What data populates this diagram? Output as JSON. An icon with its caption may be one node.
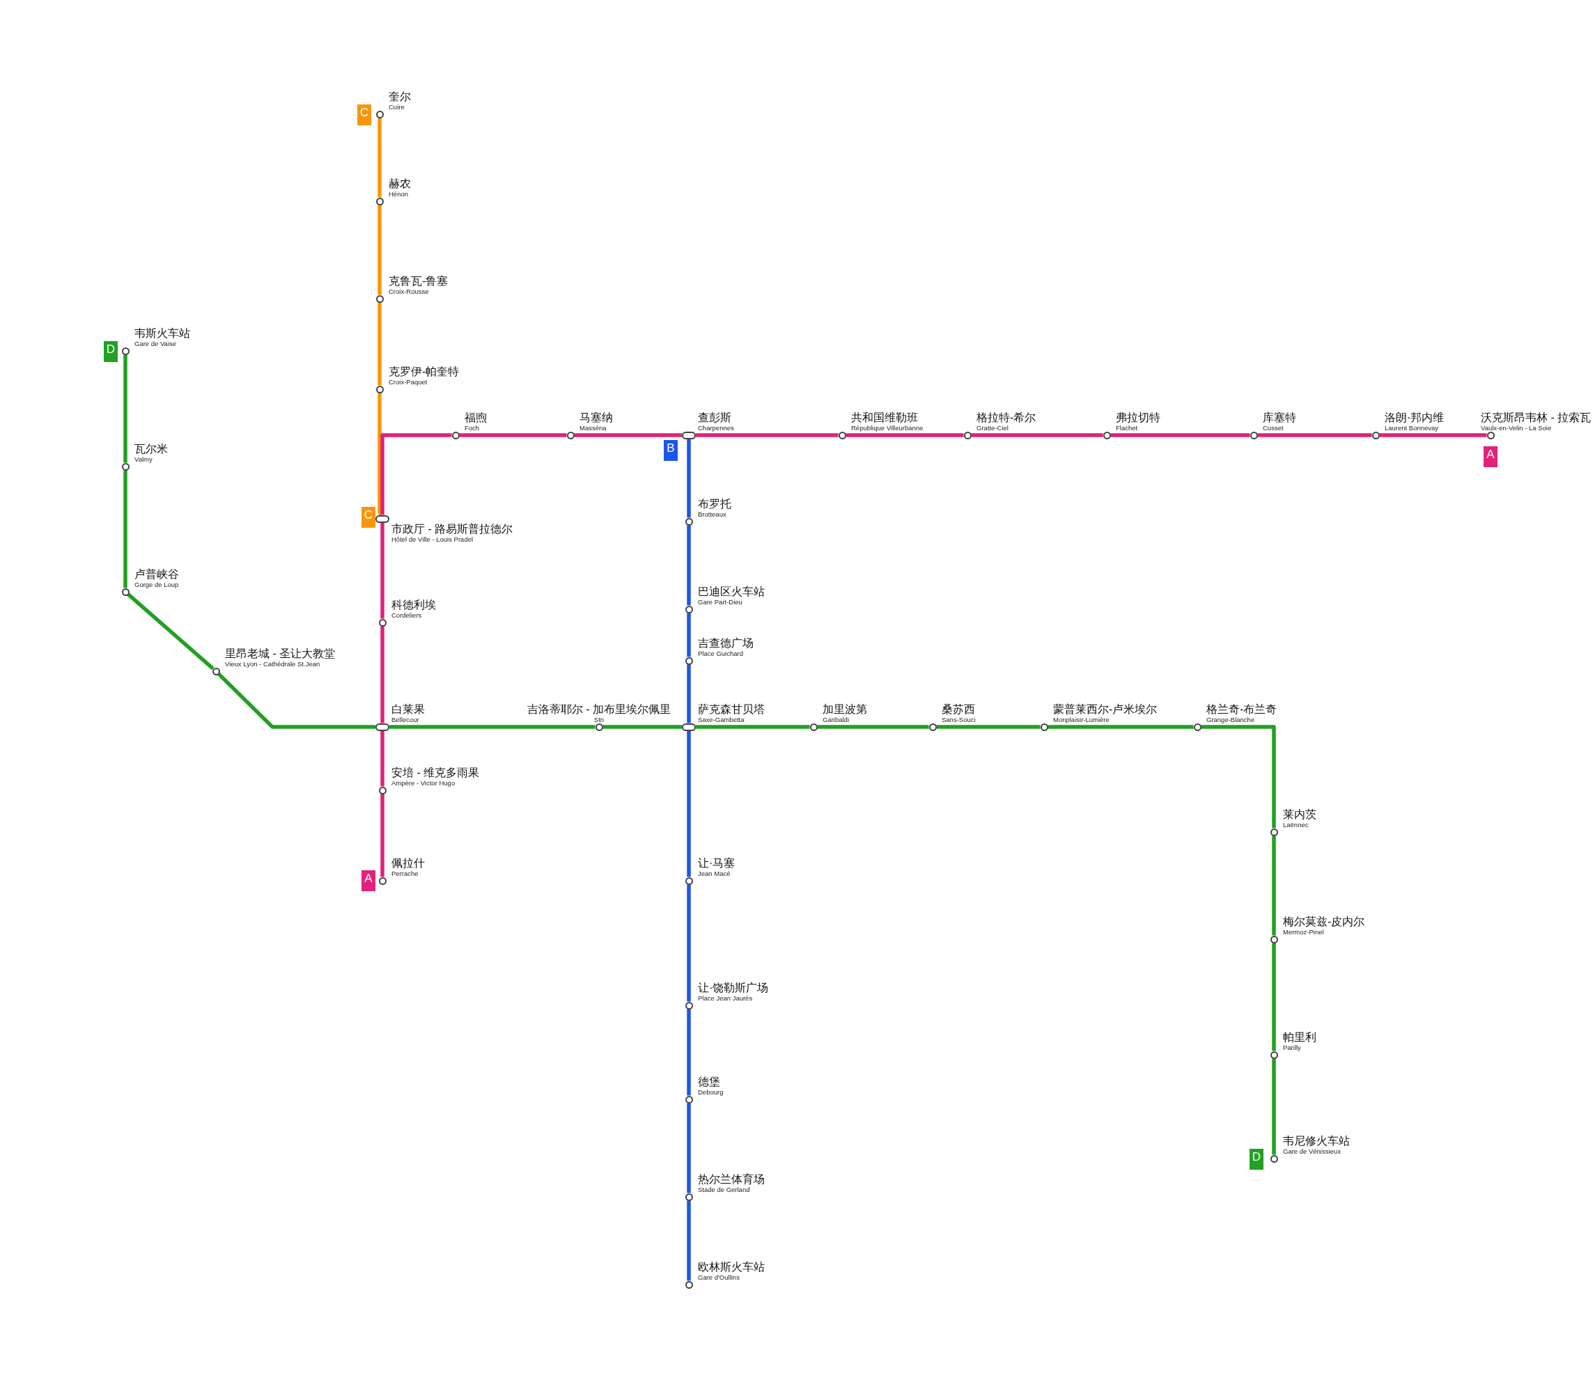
{
  "diagram": {
    "nodes": [
      {
        "text": [],
        "shape": "circle",
        "beside": [
          "奎尔",
          "Cuire"
        ]
      },
      {
        "text": [],
        "shape": "circle",
        "beside": [
          "赫农",
          "Hénon"
        ]
      },
      {
        "text": [],
        "shape": "circle",
        "beside": [
          "克鲁瓦-鲁塞",
          "Croix-Rousse"
        ]
      },
      {
        "text": [],
        "shape": "circle",
        "beside": [
          "克罗伊-帕奎特",
          "Croix-Paquet"
        ]
      },
      {
        "text": [],
        "shape": "circle",
        "beside": [
          "市政厅 - 路易斯普拉德尔",
          "Hôtel de Ville - Louis Pradel"
        ]
      },
      {
        "text": [],
        "shape": "circle",
        "beside": [
          "福煦",
          "Foch"
        ]
      },
      {
        "text": [],
        "shape": "circle",
        "beside": [
          "马塞纳",
          "Masséna"
        ]
      },
      {
        "text": [],
        "shape": "circle",
        "beside": [
          "查彭斯",
          "Charpennes"
        ]
      },
      {
        "text": [],
        "shape": "circle",
        "beside": [
          "共和国维勒班",
          "République Villeurbanne"
        ]
      },
      {
        "text": [],
        "shape": "circle",
        "beside": [
          "格拉特-希尔",
          "Gratte-Ciel"
        ]
      },
      {
        "text": [],
        "shape": "circle",
        "beside": [
          "弗拉切特",
          "Flachet"
        ]
      },
      {
        "text": [],
        "shape": "circle",
        "beside": [
          "库塞特",
          "Cusset"
        ]
      },
      {
        "text": [],
        "shape": "circle",
        "beside": [
          "洛朗·邦内维",
          "Laurent Bonnevay"
        ]
      },
      {
        "text": [],
        "shape": "circle",
        "beside": [
          "沃克斯昂韦林 - 拉索瓦",
          "Vaulx-en-Velin - La Soie"
        ]
      },
      {
        "text": [],
        "shape": "circle",
        "beside": [
          "科德利埃",
          "Cordeliers"
        ]
      },
      {
        "text": [],
        "shape": "circle",
        "beside": [
          "白莱果",
          "Bellecour"
        ]
      },
      {
        "text": [],
        "shape": "circle",
        "beside": [
          "安培 - 维克多雨果",
          "Ampère - Victor Hugo"
        ]
      },
      {
        "text": [],
        "shape": "circle",
        "beside": [
          "佩拉什",
          "Perrache"
        ]
      },
      {
        "text": [],
        "shape": "circle",
        "beside": [
          "布罗托",
          "Brotteaux"
        ]
      },
      {
        "text": [],
        "shape": "circle",
        "beside": [
          "巴迪区火车站",
          "Gare Part-Dieu"
        ]
      },
      {
        "text": [],
        "shape": "circle",
        "beside": [
          "吉查德广场",
          "Place Guichard"
        ]
      },
      {
        "text": [],
        "shape": "circle",
        "beside": [
          "萨克森甘贝塔",
          "Saxe-Gambetta"
        ]
      },
      {
        "text": [],
        "shape": "circle",
        "beside": [
          "让·马塞",
          "Jean Macé"
        ]
      },
      {
        "text": [],
        "shape": "circle",
        "beside": [
          "让·饶勒斯广场",
          "Place Jean Jaurès"
        ]
      },
      {
        "text": [],
        "shape": "circle",
        "beside": [
          "德堡",
          "Debourg"
        ]
      },
      {
        "text": [],
        "shape": "circle",
        "beside": [
          "热尔兰体育场",
          "Stade de Gerland"
        ]
      },
      {
        "text": [],
        "shape": "circle",
        "beside": [
          "欧林斯火车站",
          "Gare d'Oullins"
        ]
      },
      {
        "text": [],
        "shape": "circle",
        "beside": [
          "韦斯火车站",
          "Gare de Vaise"
        ]
      },
      {
        "text": [],
        "shape": "circle",
        "beside": [
          "瓦尔米",
          "Valmy"
        ]
      },
      {
        "text": [],
        "shape": "circle",
        "beside": [
          "卢普峡谷",
          "Gorge de Loup"
        ]
      },
      {
        "text": [],
        "shape": "circle",
        "beside": [
          "里昂老城 - 圣让大教堂",
          "Vieux Lyon - Cathédrale St.Jean"
        ]
      },
      {
        "text": [],
        "shape": "circle",
        "beside": [
          "吉洛蒂耶尔 - 加布里埃尔佩里",
          "Stn"
        ]
      },
      {
        "text": [],
        "shape": "circle",
        "beside": [
          "加里波第",
          "Garibaldi"
        ]
      },
      {
        "text": [],
        "shape": "circle",
        "beside": [
          "桑苏西",
          "Sans-Souci"
        ]
      },
      {
        "text": [],
        "shape": "circle",
        "beside": [
          "蒙普莱西尔-卢米埃尔",
          "Monplaisir-Lumière"
        ]
      },
      {
        "text": [],
        "shape": "circle",
        "beside": [
          "格兰奇-布兰奇",
          "Grange-Blanche"
        ]
      },
      {
        "text": [],
        "shape": "circle",
        "beside": [
          "莱内茨",
          "Laënnec"
        ]
      },
      {
        "text": [],
        "shape": "circle",
        "beside": [
          "梅尔莫兹-皮内尔",
          "Mermoz-Pinel"
        ]
      },
      {
        "text": [],
        "shape": "circle",
        "beside": [
          "帕里利",
          "Parilly"
        ]
      },
      {
        "text": [],
        "shape": "circle",
        "beside": [
          "韦尼修火车站",
          "Gare de Vénissieux"
        ]
      },
      {
        "text": [
          "C"
        ]
      },
      {
        "text": [
          "D"
        ]
      },
      {
        "text": [
          "B"
        ]
      },
      {
        "text": [
          "A"
        ]
      },
      {
        "text": [
          "C"
        ]
      },
      {
        "text": [
          "A"
        ]
      },
      {
        "text": [
          "D"
        ]
      }
    ],
    "edges": [
      {
        "from": 0,
        "to": 1,
        "arrow": "none",
        "color": "#f7960c"
      },
      {
        "from": 1,
        "to": 2,
        "arrow": "none",
        "color": "#f7960c"
      },
      {
        "from": 2,
        "to": 3,
        "arrow": "none",
        "color": "#f7960c"
      },
      {
        "from": 3,
        "to": 4,
        "arrow": "none",
        "color": "#f7960c"
      },
      {
        "from": 17,
        "to": 16,
        "arrow": "none",
        "color": "#e3217a"
      },
      {
        "from": 16,
        "to": 15,
        "arrow": "none",
        "color": "#e3217a"
      },
      {
        "from": 15,
        "to": 14,
        "arrow": "none",
        "color": "#e3217a"
      },
      {
        "from": 14,
        "to": 4,
        "arrow": "none",
        "color": "#e3217a"
      },
      {
        "from": 4,
        "to": 5,
        "arrow": "none",
        "color": "#e3217a"
      },
      {
        "from": 5,
        "to": 6,
        "arrow": "none",
        "color": "#e3217a"
      },
      {
        "from": 6,
        "to": 7,
        "arrow": "none",
        "color": "#e3217a"
      },
      {
        "from": 7,
        "to": 8,
        "arrow": "none",
        "color": "#e3217a"
      },
      {
        "from": 8,
        "to": 9,
        "arrow": "none",
        "color": "#e3217a"
      },
      {
        "from": 9,
        "to": 10,
        "arrow": "none",
        "color": "#e3217a"
      },
      {
        "from": 10,
        "to": 11,
        "arrow": "none",
        "color": "#e3217a"
      },
      {
        "from": 11,
        "to": 12,
        "arrow": "none",
        "color": "#e3217a"
      },
      {
        "from": 12,
        "to": 13,
        "arrow": "none",
        "color": "#e3217a"
      },
      {
        "from": 7,
        "to": 18,
        "arrow": "none",
        "color": "#1c56e8"
      },
      {
        "from": 18,
        "to": 19,
        "arrow": "none",
        "color": "#1c56e8"
      },
      {
        "from": 19,
        "to": 20,
        "arrow": "none",
        "color": "#1c56e8"
      },
      {
        "from": 20,
        "to": 21,
        "arrow": "none",
        "color": "#1c56e8"
      },
      {
        "from": 21,
        "to": 22,
        "arrow": "none",
        "color": "#1c56e8"
      },
      {
        "from": 22,
        "to": 23,
        "arrow": "none",
        "color": "#1c56e8"
      },
      {
        "from": 23,
        "to": 24,
        "arrow": "none",
        "color": "#1c56e8"
      },
      {
        "from": 24,
        "to": 25,
        "arrow": "none",
        "color": "#1c56e8"
      },
      {
        "from": 25,
        "to": 26,
        "arrow": "none",
        "color": "#1c56e8"
      },
      {
        "from": 27,
        "to": 28,
        "arrow": "none"
      },
      {
        "from": 28,
        "to": 29,
        "arrow": "none"
      },
      {
        "from": 29,
        "to": 30,
        "arrow": "none"
      },
      {
        "from": 30,
        "to": 15,
        "arrow": "none"
      },
      {
        "from": 15,
        "to": 31,
        "arrow": "none"
      },
      {
        "from": 31,
        "to": 21,
        "arrow": "none"
      },
      {
        "from": 21,
        "to": 32,
        "arrow": "none"
      },
      {
        "from": 32,
        "to": 33,
        "arrow": "none"
      },
      {
        "from": 33,
        "to": 34,
        "arrow": "none"
      },
      {
        "from": 34,
        "to": 35,
        "arrow": "none"
      },
      {
        "from": 35,
        "to": 36,
        "arrow": "none"
      },
      {
        "from": 36,
        "to": 37,
        "arrow": "none"
      },
      {
        "from": 37,
        "to": 38,
        "arrow": "none"
      },
      {
        "from": 38,
        "to": 39,
        "arrow": "none"
      }
    ]
  }
}
